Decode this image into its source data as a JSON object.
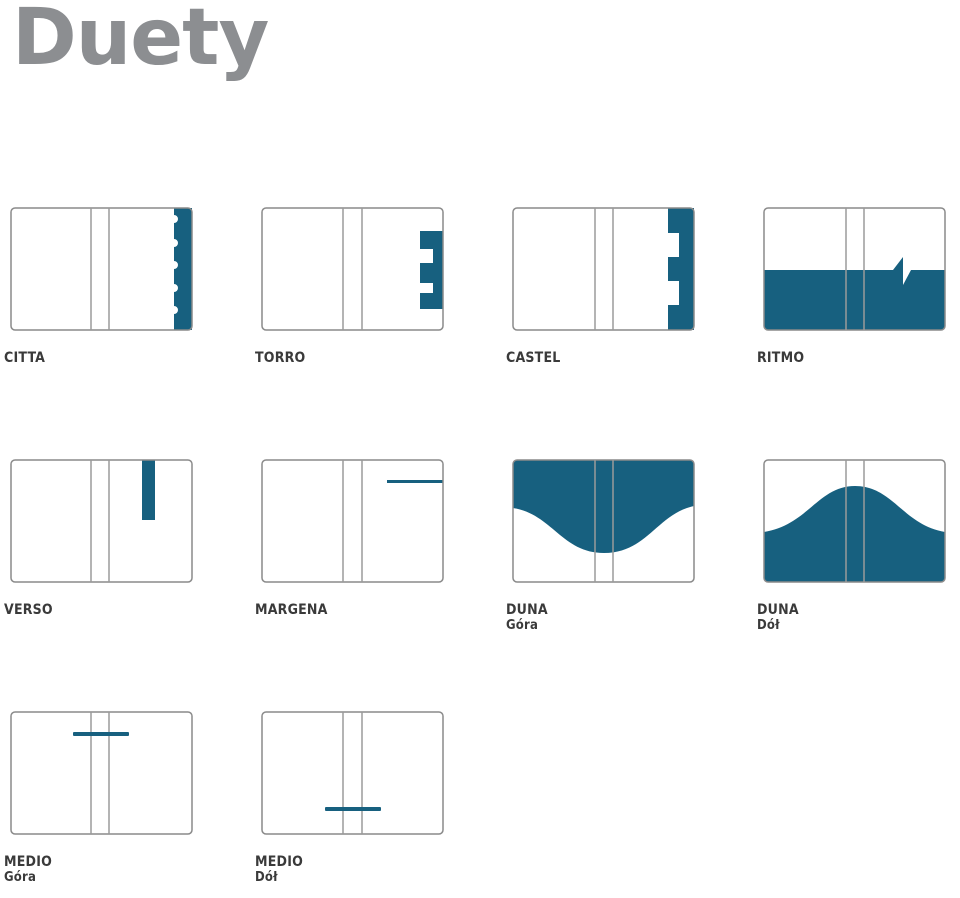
{
  "page": {
    "title": "Duety",
    "accent_color": "#17607f",
    "title_color": "#8c8e91",
    "border_color": "#8a8a8a"
  },
  "items": [
    {
      "name": "CITTA",
      "sub": ""
    },
    {
      "name": "TORRO",
      "sub": ""
    },
    {
      "name": "CASTEL",
      "sub": ""
    },
    {
      "name": "RITMO",
      "sub": ""
    },
    {
      "name": "VERSO",
      "sub": ""
    },
    {
      "name": "MARGENA",
      "sub": ""
    },
    {
      "name": "DUNA",
      "sub": "Góra"
    },
    {
      "name": "DUNA",
      "sub": "Dół"
    },
    {
      "name": "MEDIO",
      "sub": "Góra"
    },
    {
      "name": "MEDIO",
      "sub": "Dół"
    }
  ]
}
